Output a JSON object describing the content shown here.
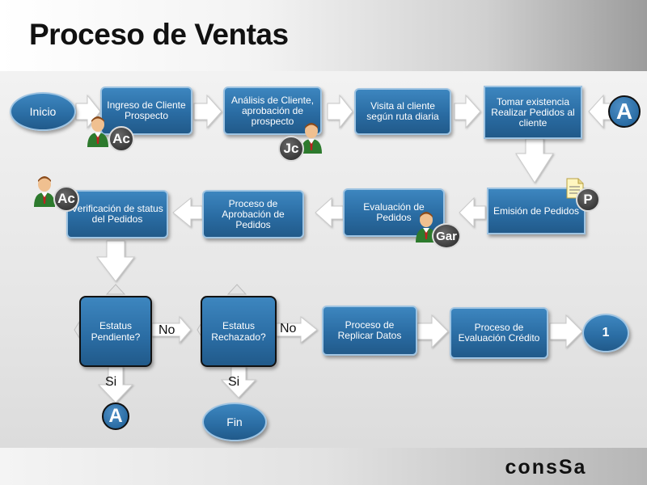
{
  "title": "Proceso de Ventas",
  "nodes": {
    "inicio": "Inicio",
    "ingreso": "Ingreso de Cliente Prospecto",
    "analisis": "Análisis de Cliente, aprobación de prospecto",
    "visita": "Visita al cliente según ruta diaria",
    "tomar": "Tomar existencia Realizar Pedidos al cliente",
    "emision": "Emisión de Pedidos",
    "evaluacion": "Evaluación de Pedidos",
    "aprobacion": "Proceso de Aprobación de Pedidos",
    "verificacion": "Verificación de status del Pedidos",
    "estatus_pendiente": "Estatus Pendiente?",
    "estatus_rechazado": "Estatus Rechazado?",
    "replicar": "Proceso de Replicar Datos",
    "eval_credito": "Proceso de Evaluación Crédito",
    "conector_1": "1",
    "fin": "Fin"
  },
  "labels": {
    "no_1": "No",
    "no_2": "No",
    "si_1": "Si",
    "si_2": "Si"
  },
  "badges": {
    "ac_1": "Ac",
    "jc": "Jc",
    "gar": "Gar",
    "ac_2": "Ac",
    "p": "P",
    "a_top": "A",
    "a_bottom": "A"
  },
  "logo": "consSa",
  "colors": {
    "box_fill": "#2a6ca3",
    "box_border": "#9fc4e2",
    "arrow_fill": "#ffffff",
    "badge_dark": "#3a3a3a"
  }
}
